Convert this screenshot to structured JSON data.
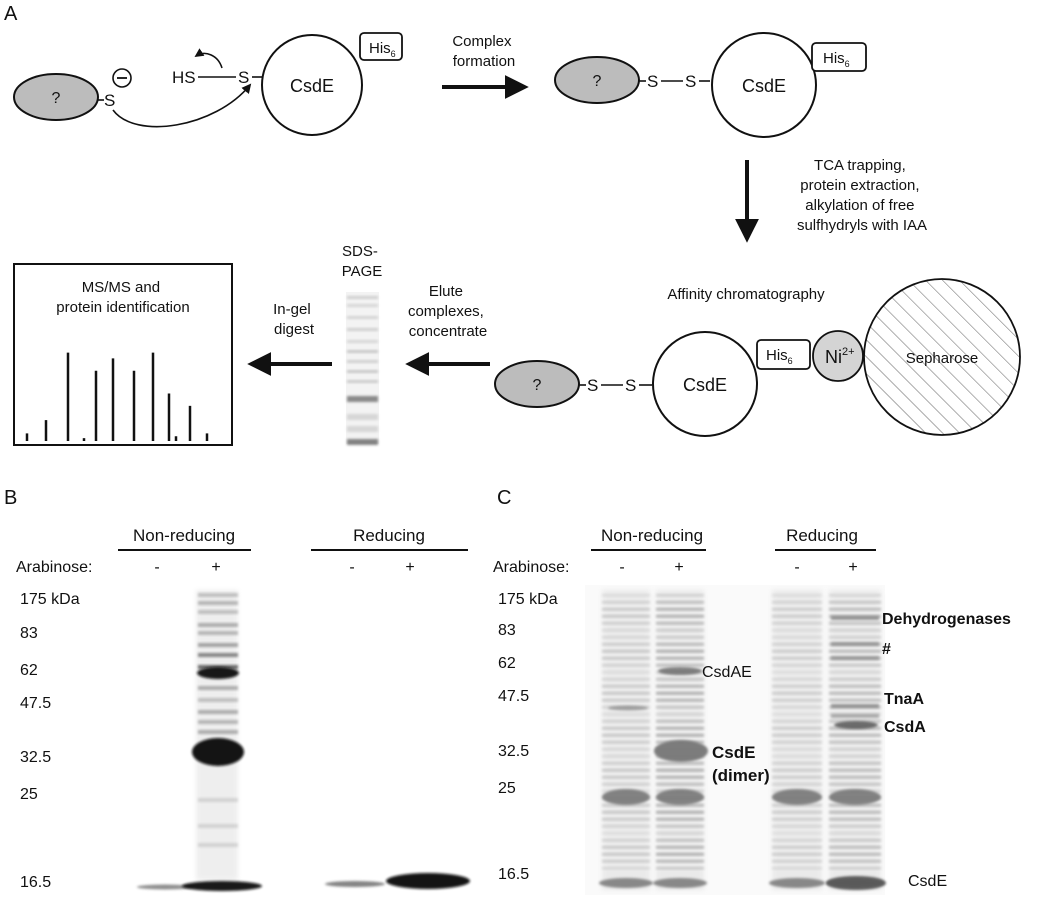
{
  "panel_a": {
    "label": "A",
    "unknown": "?",
    "thiolate_s": "S",
    "minus": "−",
    "hs": "HS",
    "s": "S",
    "csde": "CsdE",
    "his": "His",
    "his_sub": "6",
    "complex_formation": [
      "Complex",
      "formation"
    ],
    "trapping_note": [
      "TCA trapping,",
      "protein extraction,",
      "alkylation of free",
      "sulfhydryls with IAA"
    ],
    "affinity": "Affinity chromatography",
    "ni": "Ni",
    "ni_sup": "2+",
    "sepharose": "Sepharose",
    "elute": [
      "Elute",
      "complexes,",
      "concentrate"
    ],
    "sds_page": [
      "SDS-",
      "PAGE"
    ],
    "in_gel": [
      "In-gel",
      "digest"
    ],
    "msms": [
      "MS/MS and",
      "protein identification"
    ],
    "spectrum_peaks": [
      0.08,
      0.22,
      0.93,
      0.03,
      0.74,
      0.87,
      0.74,
      0.93,
      0.5,
      0.05,
      0.37,
      0.08
    ]
  },
  "panel_b": {
    "label": "B",
    "nonreducing": "Non-reducing",
    "reducing": "Reducing",
    "arabinose": "Arabinose:",
    "minus": "-",
    "plus": "+",
    "markers": [
      "175 kDa",
      "83",
      "62",
      "47.5",
      "32.5",
      "25",
      "16.5"
    ]
  },
  "panel_c": {
    "label": "C",
    "nonreducing": "Non-reducing",
    "reducing": "Reducing",
    "arabinose": "Arabinose:",
    "minus": "-",
    "plus": "+",
    "markers": [
      "175 kDa",
      "83",
      "62",
      "47.5",
      "32.5",
      "25",
      "16.5"
    ],
    "band_labels": {
      "csdae": "CsdAE",
      "csde_dimer": [
        "CsdE",
        "(dimer)"
      ],
      "dehydrogenases": "Dehydrogenases",
      "hash": "#",
      "tnaa": "TnaA",
      "csda": "CsdA",
      "csde": "CsdE"
    }
  }
}
